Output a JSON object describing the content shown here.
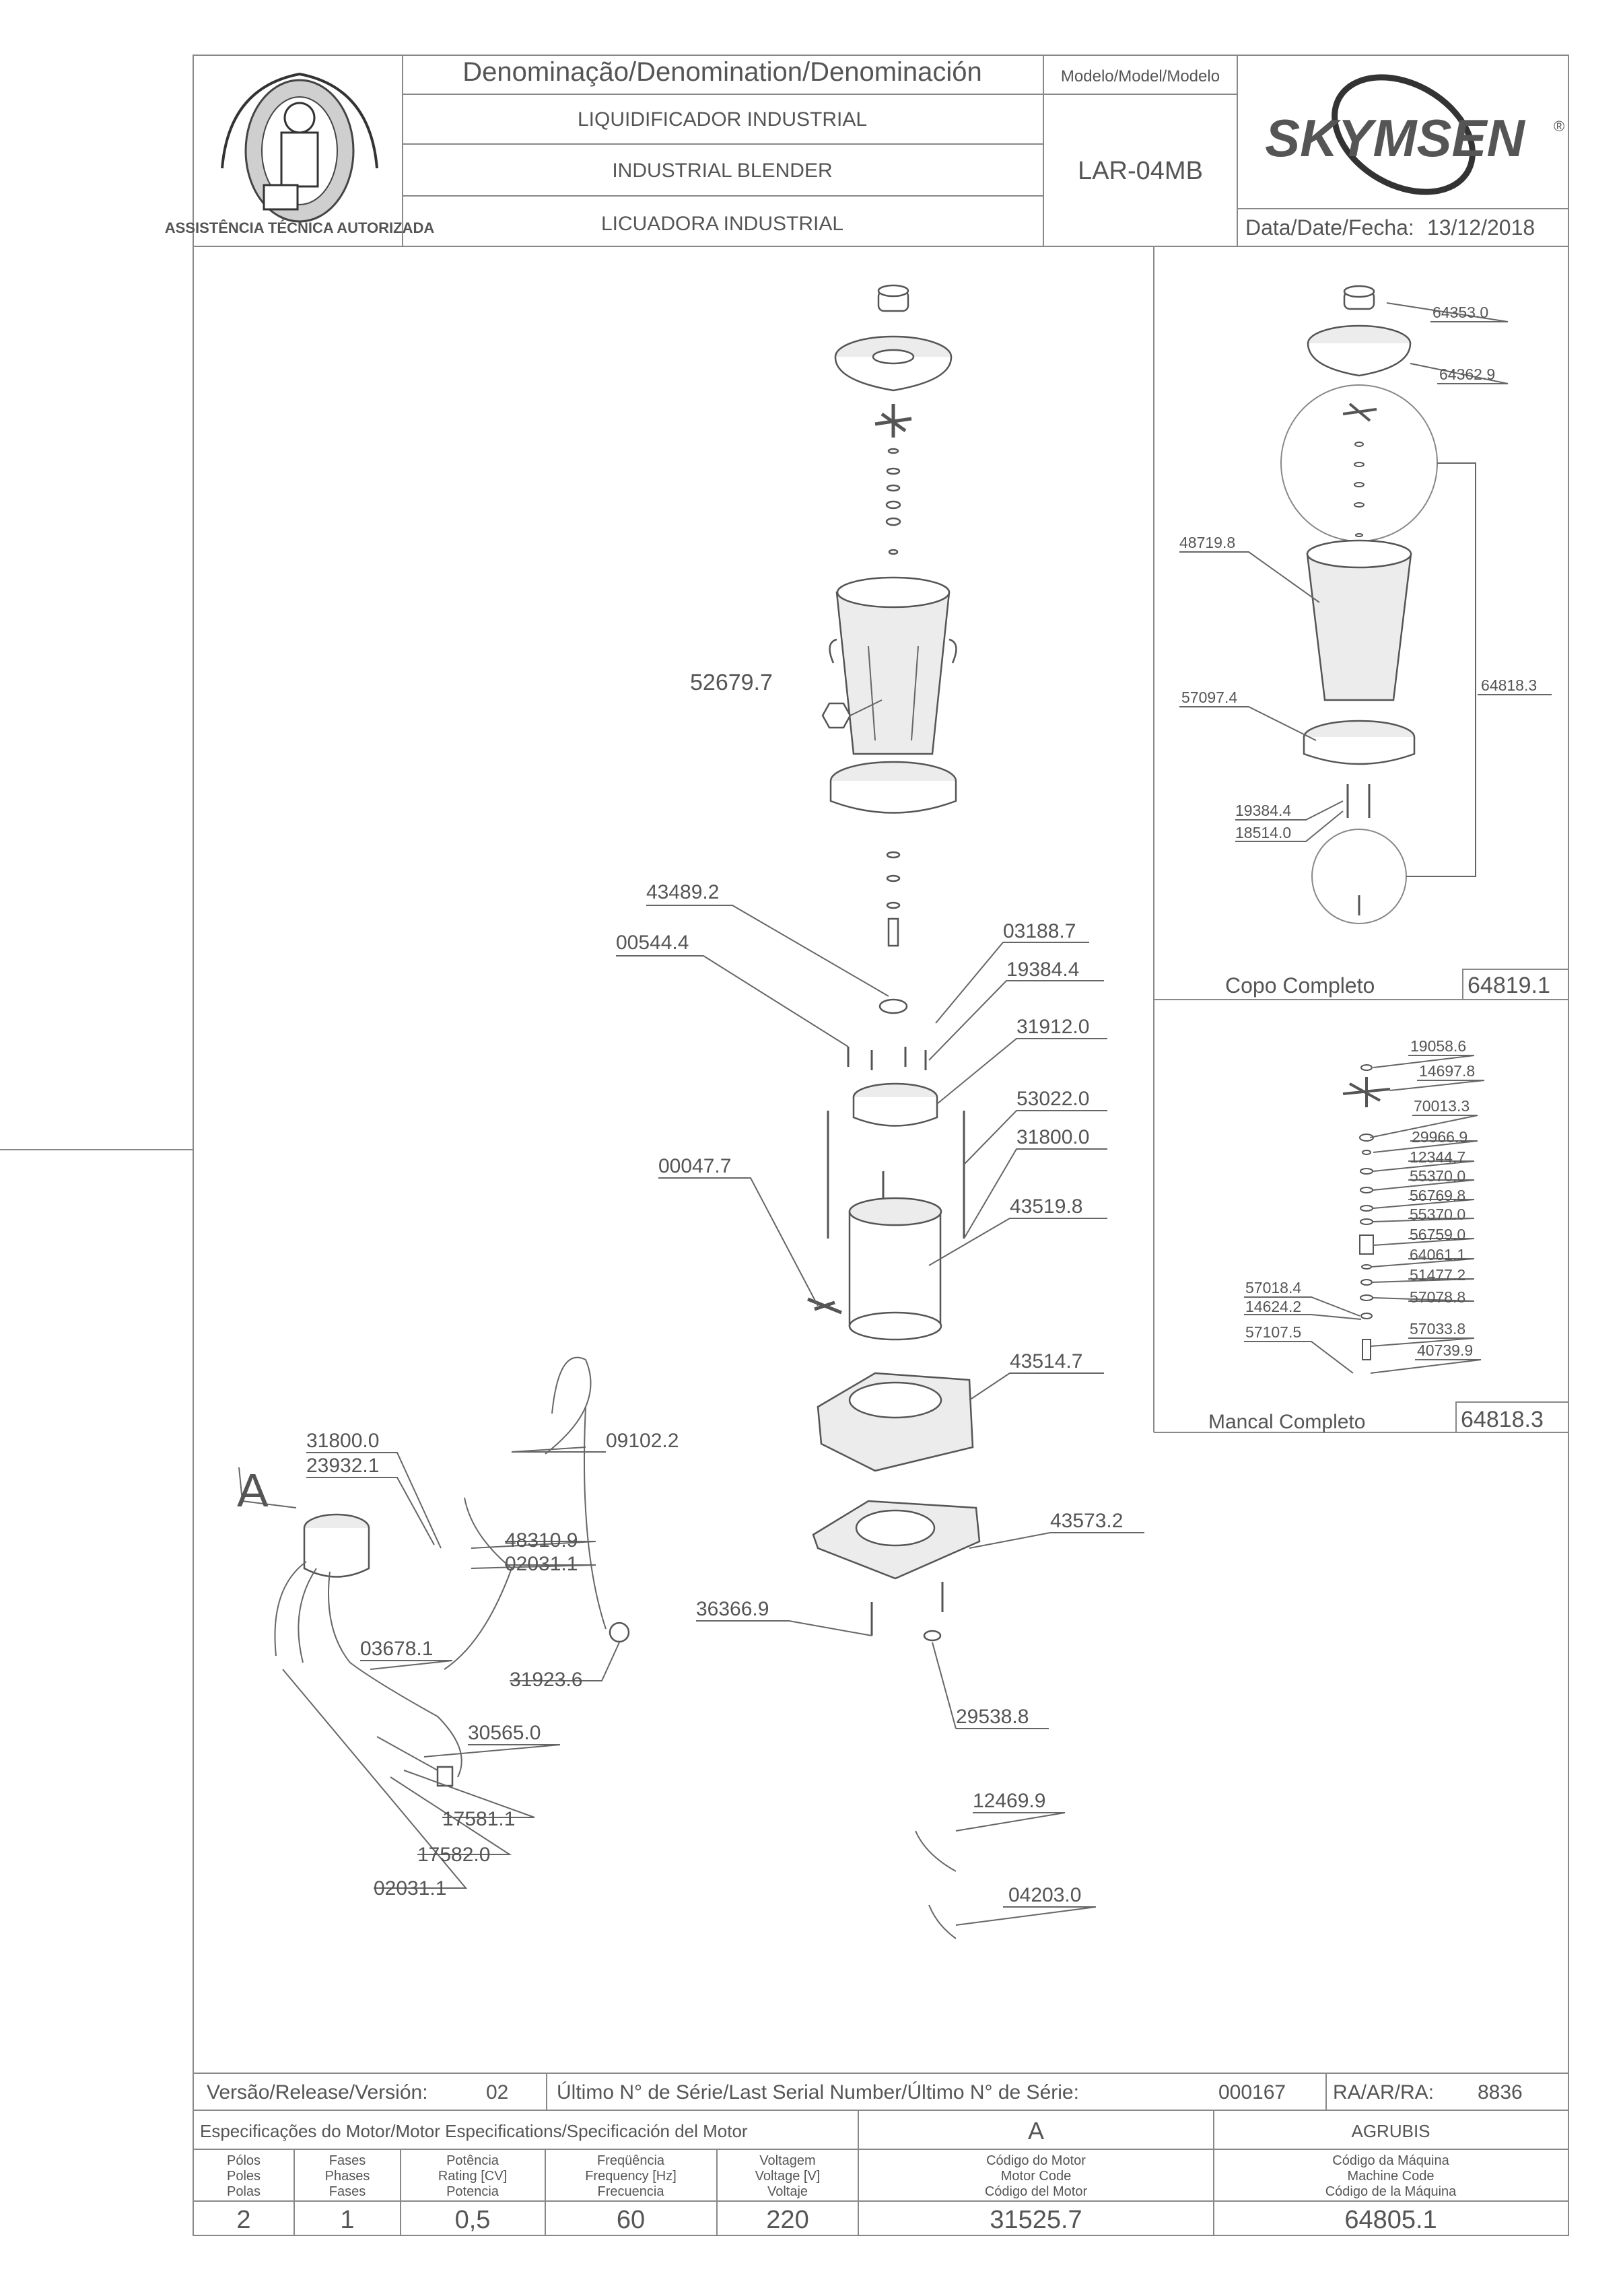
{
  "header": {
    "denomination_label": "Denominação/Denomination/Denominación",
    "name_pt": "LIQUIDIFICADOR INDUSTRIAL",
    "name_en": "INDUSTRIAL BLENDER",
    "name_es": "LICUADORA INDUSTRIAL",
    "model_label": "Modelo/Model/Modelo",
    "model_value": "LAR-04MB",
    "brand": "SKYMSEN",
    "brand_mark": "®",
    "date_label": "Data/Date/Fecha:",
    "date_value": "13/12/2018",
    "seal_text": "ASSISTÊNCIA TÉCNICA AUTORIZADA"
  },
  "main_parts": {
    "p52679": "52679.7",
    "p43489": "43489.2",
    "p00544": "00544.4",
    "p03188": "03188.7",
    "p19384": "19384.4",
    "p31912": "31912.0",
    "p53022": "53022.0",
    "p31800": "31800.0",
    "p00047": "00047.7",
    "p43519": "43519.8",
    "p43514": "43514.7",
    "p43573": "43573.2",
    "p36366": "36366.9",
    "p29538": "29538.8",
    "p12469": "12469.9",
    "p04203": "04203.0"
  },
  "motor_parts": {
    "letter": "A",
    "p31800": "31800.0",
    "p23932": "23932.1",
    "p09102": "09102.2",
    "p48310": "48310.9",
    "p02031a": "02031.1",
    "p03678": "03678.1",
    "p31923": "31923.6",
    "p30565": "30565.0",
    "p17581": "17581.1",
    "p17582": "17582.0",
    "p02031b": "02031.1"
  },
  "copo": {
    "p64353": "64353.0",
    "p64362": "64362.9",
    "p48719": "48719.8",
    "p57097": "57097.4",
    "p64818": "64818.3",
    "p19384": "19384.4",
    "p18514": "18514.0",
    "title": "Copo Completo",
    "code": "64819.1"
  },
  "mancal": {
    "p19058": "19058.6",
    "p14697": "14697.8",
    "p70013": "70013.3",
    "p29966": "29966.9",
    "p12344": "12344.7",
    "p55370a": "55370.0",
    "p56769": "56769.8",
    "p55370b": "55370.0",
    "p56759": "56759.0",
    "p64061": "64061.1",
    "p51477": "51477.2",
    "p57018": "57018.4",
    "p57078": "57078.8",
    "p14624": "14624.2",
    "p57033": "57033.8",
    "p57107": "57107.5",
    "p40739": "40739.9",
    "title": "Mancal Completo",
    "code": "64818.3"
  },
  "footer": {
    "version_label": "Versão/Release/Versión:",
    "version_value": "02",
    "serial_label": "Último N° de Série/Last Serial Number/Último N° de Série:",
    "serial_value": "000167",
    "ra_label": "RA/AR/RA:",
    "ra_value": "8836",
    "motor_spec_label": "Especificações do Motor/Motor Especifications/Specificación del Motor",
    "motor_letter": "A",
    "supplier": "AGRUBIS",
    "col_poles": [
      "Pólos",
      "Poles",
      "Polas"
    ],
    "col_phases": [
      "Fases",
      "Phases",
      "Fases"
    ],
    "col_power": [
      "Potência",
      "Rating [CV]",
      "Potencia"
    ],
    "col_freq": [
      "Freqüência",
      "Frequency [Hz]",
      "Frecuencia"
    ],
    "col_voltage": [
      "Voltagem",
      "Voltage [V]",
      "Voltaje"
    ],
    "col_motor_code": [
      "Código do Motor",
      "Motor Code",
      "Código del Motor"
    ],
    "col_machine_code": [
      "Código da Máquina",
      "Machine Code",
      "Código de la Máquina"
    ],
    "val_poles": "2",
    "val_phases": "1",
    "val_power": "0,5",
    "val_freq": "60",
    "val_voltage": "220",
    "val_motor_code": "31525.7",
    "val_machine_code": "64805.1"
  }
}
